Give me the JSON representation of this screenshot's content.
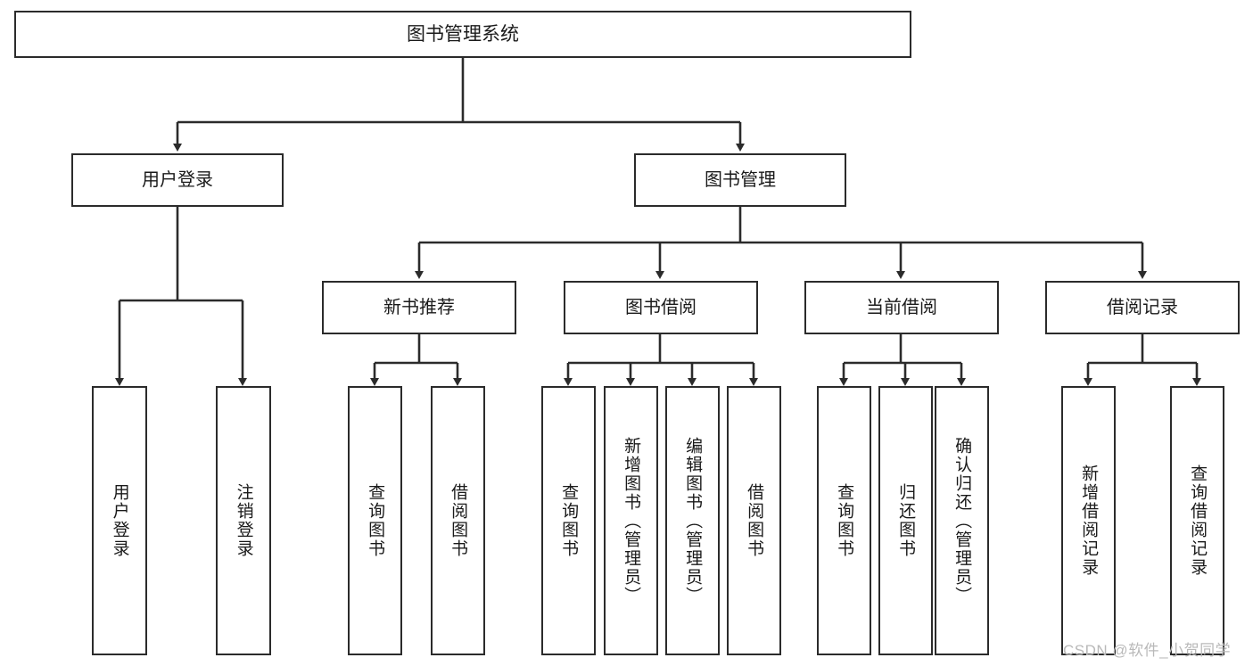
{
  "diagram": {
    "type": "hierarchy-tree",
    "title": "图书管理系统",
    "background_color": "#ffffff",
    "box_border_color": "#2b2b2b",
    "connector_color": "#333333",
    "watermark": "CSDN @软件_小贺同学",
    "root": {
      "label": "图书管理系统",
      "children": [
        {
          "label": "用户登录",
          "children": [
            {
              "label": "用户登录"
            },
            {
              "label": "注销登录"
            }
          ]
        },
        {
          "label": "图书管理",
          "children": [
            {
              "label": "新书推荐",
              "children": [
                {
                  "label": "查询图书"
                },
                {
                  "label": "借阅图书"
                }
              ]
            },
            {
              "label": "图书借阅",
              "children": [
                {
                  "label": "查询图书"
                },
                {
                  "label": "新增图书（管理员）"
                },
                {
                  "label": "编辑图书（管理员）"
                },
                {
                  "label": "借阅图书"
                }
              ]
            },
            {
              "label": "当前借阅",
              "children": [
                {
                  "label": "查询图书"
                },
                {
                  "label": "归还图书"
                },
                {
                  "label": "确认归还（管理员）"
                }
              ]
            },
            {
              "label": "借阅记录",
              "children": [
                {
                  "label": "新增借阅记录"
                },
                {
                  "label": "查询借阅记录"
                }
              ]
            }
          ]
        }
      ]
    }
  }
}
